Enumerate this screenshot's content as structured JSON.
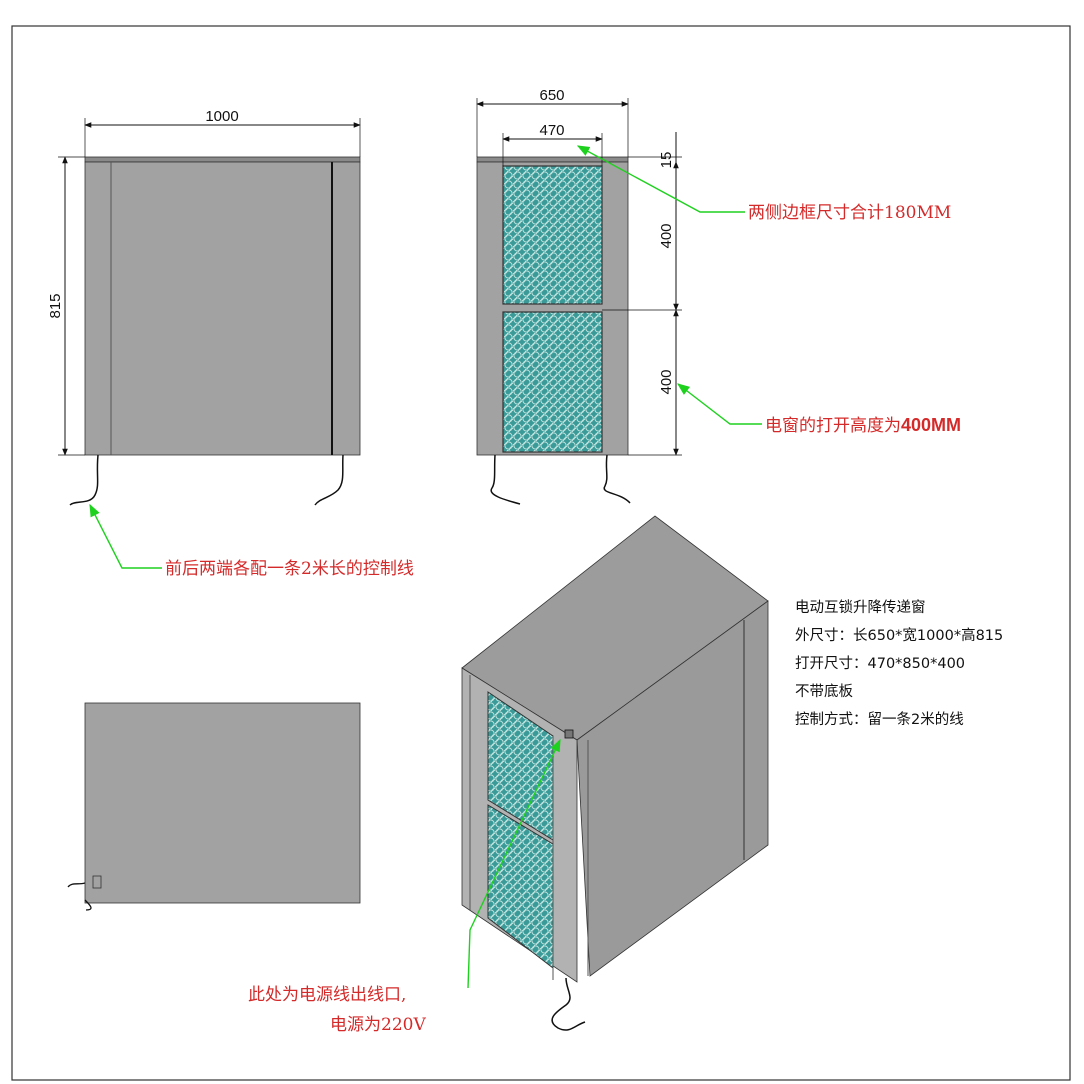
{
  "dimensions": {
    "front_width": "1000",
    "front_height": "815",
    "side_width": "650",
    "side_opening_width": "470",
    "side_top_frame": "15",
    "side_upper_panel": "400",
    "side_lower_panel": "400"
  },
  "annotations": {
    "frame_total": "两侧边框尺寸合计180MM",
    "window_open_height_prefix": "电窗的打开高度为",
    "window_open_height_value": "400MM",
    "control_cable": "前后两端各配一条2米长的控制线",
    "power_outlet_line1": "此处为电源线出线口,",
    "power_outlet_line2": "电源为220V"
  },
  "spec": {
    "title": "电动互锁升降传递窗",
    "outer_size": "外尺寸：长650*宽1000*高815",
    "opening_size": "打开尺寸：470*850*400",
    "no_base": "不带底板",
    "control_method": "控制方式：留一条2米的线"
  },
  "colors": {
    "panel_gray": "#a2a2a2",
    "panel_dark": "#8e8e8e",
    "glass_teal": "#2e8f8f",
    "leader_green": "#1fd11f",
    "note_red": "#d42a2a"
  }
}
